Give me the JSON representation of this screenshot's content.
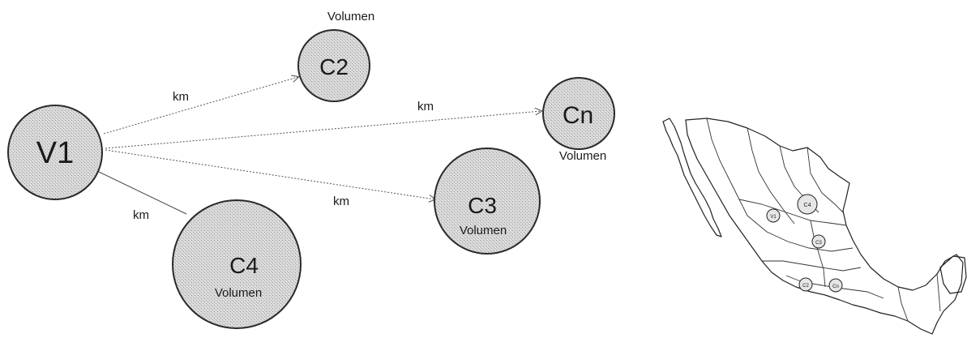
{
  "nodes": {
    "v1": {
      "label": "V1"
    },
    "c2": {
      "label": "C2",
      "volume": "Volumen"
    },
    "cn": {
      "label": "Cn",
      "volume": "Volumen"
    },
    "c3": {
      "label": "C3",
      "volume": "Volumen"
    },
    "c4": {
      "label": "C4",
      "volume": "Volumen"
    }
  },
  "edges": {
    "v1_c2": {
      "label": "km"
    },
    "v1_cn": {
      "label": "km"
    },
    "v1_c3": {
      "label": "km"
    },
    "v1_c4": {
      "label": "km"
    }
  },
  "map": {
    "markers": [
      "V1",
      "C4",
      "C3",
      "C2",
      "Cn"
    ]
  }
}
